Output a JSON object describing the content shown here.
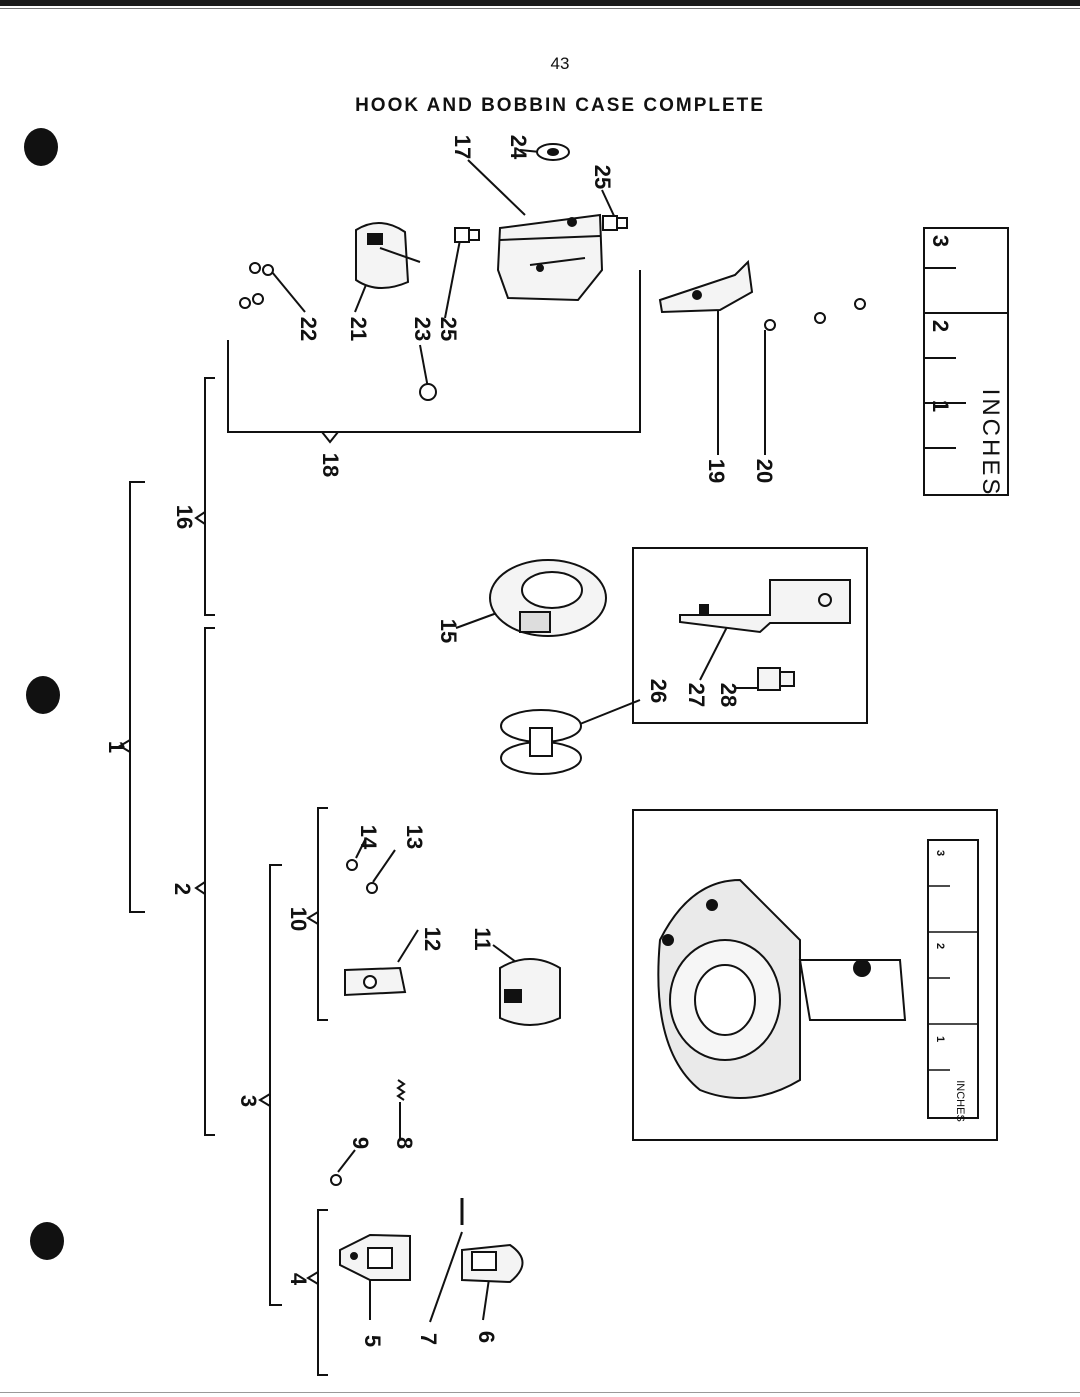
{
  "page": {
    "page_number": "43",
    "title": "HOOK AND BOBBIN CASE COMPLETE"
  },
  "callouts": [
    "1",
    "2",
    "3",
    "4",
    "5",
    "6",
    "7",
    "8",
    "9",
    "10",
    "11",
    "12",
    "13",
    "14",
    "15",
    "16",
    "17",
    "18",
    "19",
    "20",
    "21",
    "22",
    "23",
    "24",
    "25",
    "25",
    "26",
    "27",
    "28"
  ],
  "scale_large": {
    "label": "INCHES",
    "ticks": [
      "1",
      "2",
      "3"
    ]
  },
  "scale_small": {
    "label": "INCHES",
    "ticks": [
      "1",
      "2",
      "3"
    ]
  },
  "colors": {
    "ink": "#111111",
    "paper": "#ffffff"
  }
}
